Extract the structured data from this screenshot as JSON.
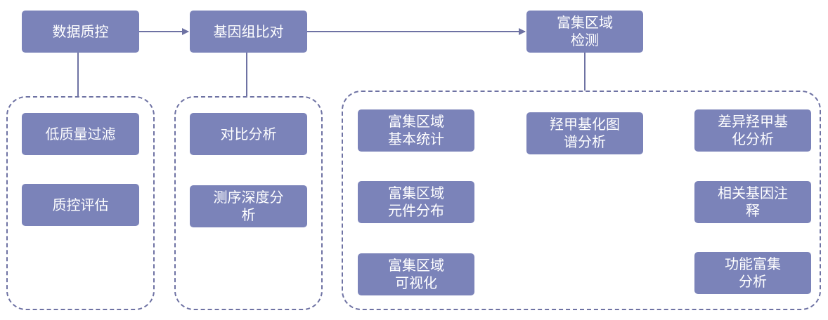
{
  "top_nodes": {
    "qc": "数据质控",
    "align": "基因组比对",
    "peak": [
      "富集区域",
      "检测"
    ]
  },
  "qc_group": {
    "items": [
      "低质量过滤",
      "质控评估"
    ]
  },
  "align_group": {
    "items": [
      [
        "对比分析"
      ],
      [
        "测序深度分",
        "析"
      ]
    ]
  },
  "peak_group": {
    "items": [
      [
        "富集区域",
        "基本统计"
      ],
      [
        "富集区域",
        "元件分布"
      ],
      [
        "富集区域",
        "可视化"
      ],
      [
        "羟甲基化图",
        "谱分析"
      ],
      [
        "差异羟甲基",
        "化分析"
      ],
      [
        "相关基因注",
        "释"
      ],
      [
        "功能富集",
        "分析"
      ]
    ]
  },
  "colors": {
    "node_fill": "#7b83b9",
    "node_text": "#ffffff",
    "connector": "#6e72a3",
    "group_border": "#6e72a3"
  }
}
